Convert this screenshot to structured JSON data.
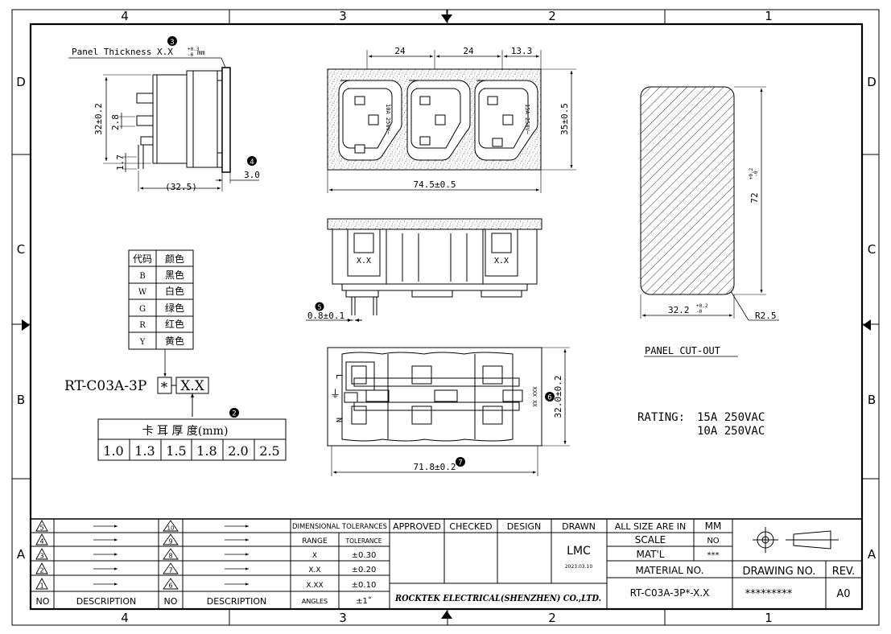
{
  "frame": {
    "columns_top": [
      "4",
      "3",
      "2",
      "1"
    ],
    "columns_bottom": [
      "4",
      "3",
      "2",
      "1"
    ],
    "rows_left": [
      "D",
      "C",
      "B",
      "A"
    ],
    "rows_right": [
      "D",
      "C",
      "B",
      "A"
    ]
  },
  "side_view": {
    "panel_thickness_label": "Panel Thickness X.X",
    "panel_thickness_tol_upper": "+0.3",
    "panel_thickness_tol_lower": "-0",
    "panel_thickness_unit": "mm",
    "callout_3": "3",
    "callout_4": "4",
    "dim_height": "32±0.2",
    "dim_2_8": "2.8",
    "dim_1_7": "1.7",
    "dim_depth": "(32.5)",
    "dim_flange": "3.0"
  },
  "front_view": {
    "dim_pitch_1": "24",
    "dim_pitch_2": "24",
    "dim_offset": "13.3",
    "dim_height": "35±0.5",
    "dim_width": "74.5±0.5",
    "socket_rating_10a": "10A 250V~",
    "socket_rating_15a": "15A 250V~"
  },
  "top_view": {
    "label_left": "X.X",
    "label_right": "X.X",
    "dim_pin": "0.8±0.1",
    "callout_5": "5"
  },
  "bottom_view": {
    "pin_l": "L",
    "pin_n": "N",
    "marking": "XXX XX",
    "dim_height": "32.0±0.2",
    "dim_width": "71.8±0.2",
    "callout_6": "6",
    "callout_7": "7"
  },
  "panel_cutout": {
    "dim_height": "72",
    "dim_height_tol_upper": "+0.2",
    "dim_height_tol_lower": "-0",
    "dim_width": "32.2",
    "dim_width_tol_upper": "+0.2",
    "dim_width_tol_lower": "-0",
    "radius": "R2.5",
    "title": "PANEL CUT-OUT"
  },
  "rating": {
    "label": "RATING:",
    "line1": "15A 250VAC",
    "line2": "10A 250VAC"
  },
  "color_table": {
    "header_code": "代码",
    "header_color": "颜色",
    "rows": [
      {
        "code": "B",
        "color": "黑色"
      },
      {
        "code": "W",
        "color": "白色"
      },
      {
        "code": "G",
        "color": "绿色"
      },
      {
        "code": "R",
        "color": "红色"
      },
      {
        "code": "Y",
        "color": "黄色"
      }
    ]
  },
  "part_number": {
    "prefix": "RT-C03A-3P",
    "color_box": "*",
    "thickness_box": "X.X"
  },
  "thickness_table": {
    "title": "卡 耳 厚 度(mm)",
    "callout_2": "2",
    "values": [
      "1.0",
      "1.3",
      "1.5",
      "1.8",
      "2.0",
      "2.5"
    ]
  },
  "revisions": {
    "left_numbers": [
      "5",
      "4",
      "3",
      "2",
      "1"
    ],
    "right_numbers": [
      "10",
      "9",
      "8",
      "7",
      "6"
    ],
    "no_label": "NO",
    "description_label": "DESCRIPTION"
  },
  "tolerances": {
    "title": "DIMENSIONAL TOLERANCES",
    "range_label": "RANGE",
    "tolerance_label": "TOLERANCE",
    "rows": [
      {
        "range": "X",
        "tolerance": "±0.30"
      },
      {
        "range": "X.X",
        "tolerance": "±0.20"
      },
      {
        "range": "X.XX",
        "tolerance": "±0.10"
      },
      {
        "range": "ANGLES",
        "tolerance": "±1˚"
      }
    ]
  },
  "signoff": {
    "approved": "APPROVED",
    "checked": "CHECKED",
    "design": "DESIGN",
    "drawn": "DRAWN",
    "drawn_by": "LMC",
    "date": "2023.03.10",
    "company": "ROCKTEK ELECTRICAL(SHENZHEN) CO.,LTD."
  },
  "title_block": {
    "all_size_label": "ALL SIZE ARE IN",
    "all_size_value": "MM",
    "scale_label": "SCALE",
    "scale_value": "NO",
    "matl_label": "MAT'L",
    "matl_value": "***",
    "material_no_label": "MATERIAL NO.",
    "material_no_value": "RT-C03A-3P*-X.X",
    "drawing_no_label": "DRAWING NO.",
    "drawing_no_value": "*********",
    "rev_label": "REV.",
    "rev_value": "A0"
  }
}
